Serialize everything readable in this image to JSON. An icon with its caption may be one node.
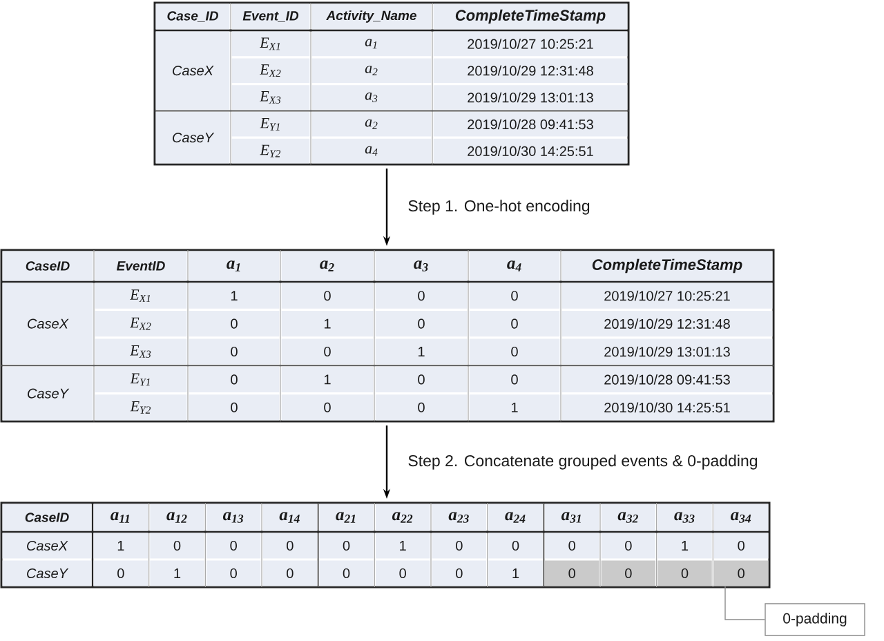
{
  "diagram": {
    "nodes": [
      {
        "text": [
          "Case_ID",
          "Event_ID",
          "Activity_Name",
          "CompleteTimeStamp",
          "CaseX",
          "E$_{X1}$",
          "a$_{1}$",
          "2019/10/27 10:25:21",
          "E$_{X2}$",
          "a$_{2}$",
          "2019/10/29 12:31:48",
          "E$_{X3}$",
          "a$_{3}$",
          "2019/10/29 13:01:13",
          "CaseY",
          "E$_{Y1}$",
          "a$_{2}$",
          "2019/10/28 09:41:53",
          "E$_{Y2}$",
          "a$_{4}$",
          "2019/10/30 14:25:51"
        ]
      },
      {
        "text": [
          "CaseID",
          "EventID",
          "a$_{1}$",
          "a$_{2}$",
          "a$_{3}$",
          "a$_{4}$",
          "CompleteTimeStamp",
          "CaseX",
          "E$_{X1}$",
          "1",
          "0",
          "0",
          "0",
          "2019/10/27 10:25:21",
          "E$_{X2}$",
          "0",
          "1",
          "0",
          "0",
          "2019/10/29 12:31:48",
          "E$_{X3}$",
          "0",
          "0",
          "1",
          "0",
          "2019/10/29 13:01:13",
          "CaseY",
          "E$_{Y1}$",
          "0",
          "1",
          "0",
          "0",
          "2019/10/28 09:41:53",
          "E$_{Y2}$",
          "0",
          "0",
          "0",
          "1",
          "2019/10/30 14:25:51"
        ]
      },
      {
        "text": [
          "CaseID",
          "a$_{11}$",
          "a$_{12}$",
          "a$_{13}$",
          "a$_{14}$",
          "a$_{21}$",
          "a$_{22}$",
          "a$_{23}$",
          "a$_{24}$",
          "a$_{31}$",
          "a$_{32}$",
          "a$_{33}$",
          "a$_{34}$",
          "CaseX",
          "1",
          "0",
          "0",
          "0",
          "0",
          "1",
          "0",
          "0",
          "0",
          "0",
          "1",
          "0",
          "CaseY",
          "0",
          "1",
          "0",
          "0",
          "0",
          "0",
          "0",
          "1"
        ]
      },
      {
        "text": [
          "0",
          "0",
          "0",
          "0"
        ],
        "in": 2
      },
      {
        "text": [
          "0-padding"
        ]
      }
    ],
    "edges": [
      {
        "from": 0,
        "to": 1,
        "arrow": "to",
        "label": "Step 1. One-hot encoding"
      },
      {
        "from": 1,
        "to": 2,
        "arrow": "to",
        "label": "Step 2. Concatenate grouped events & 0-padding"
      },
      {
        "from": 4,
        "to": 3,
        "arrow": "none",
        "color": "#8c8c8c"
      }
    ]
  }
}
